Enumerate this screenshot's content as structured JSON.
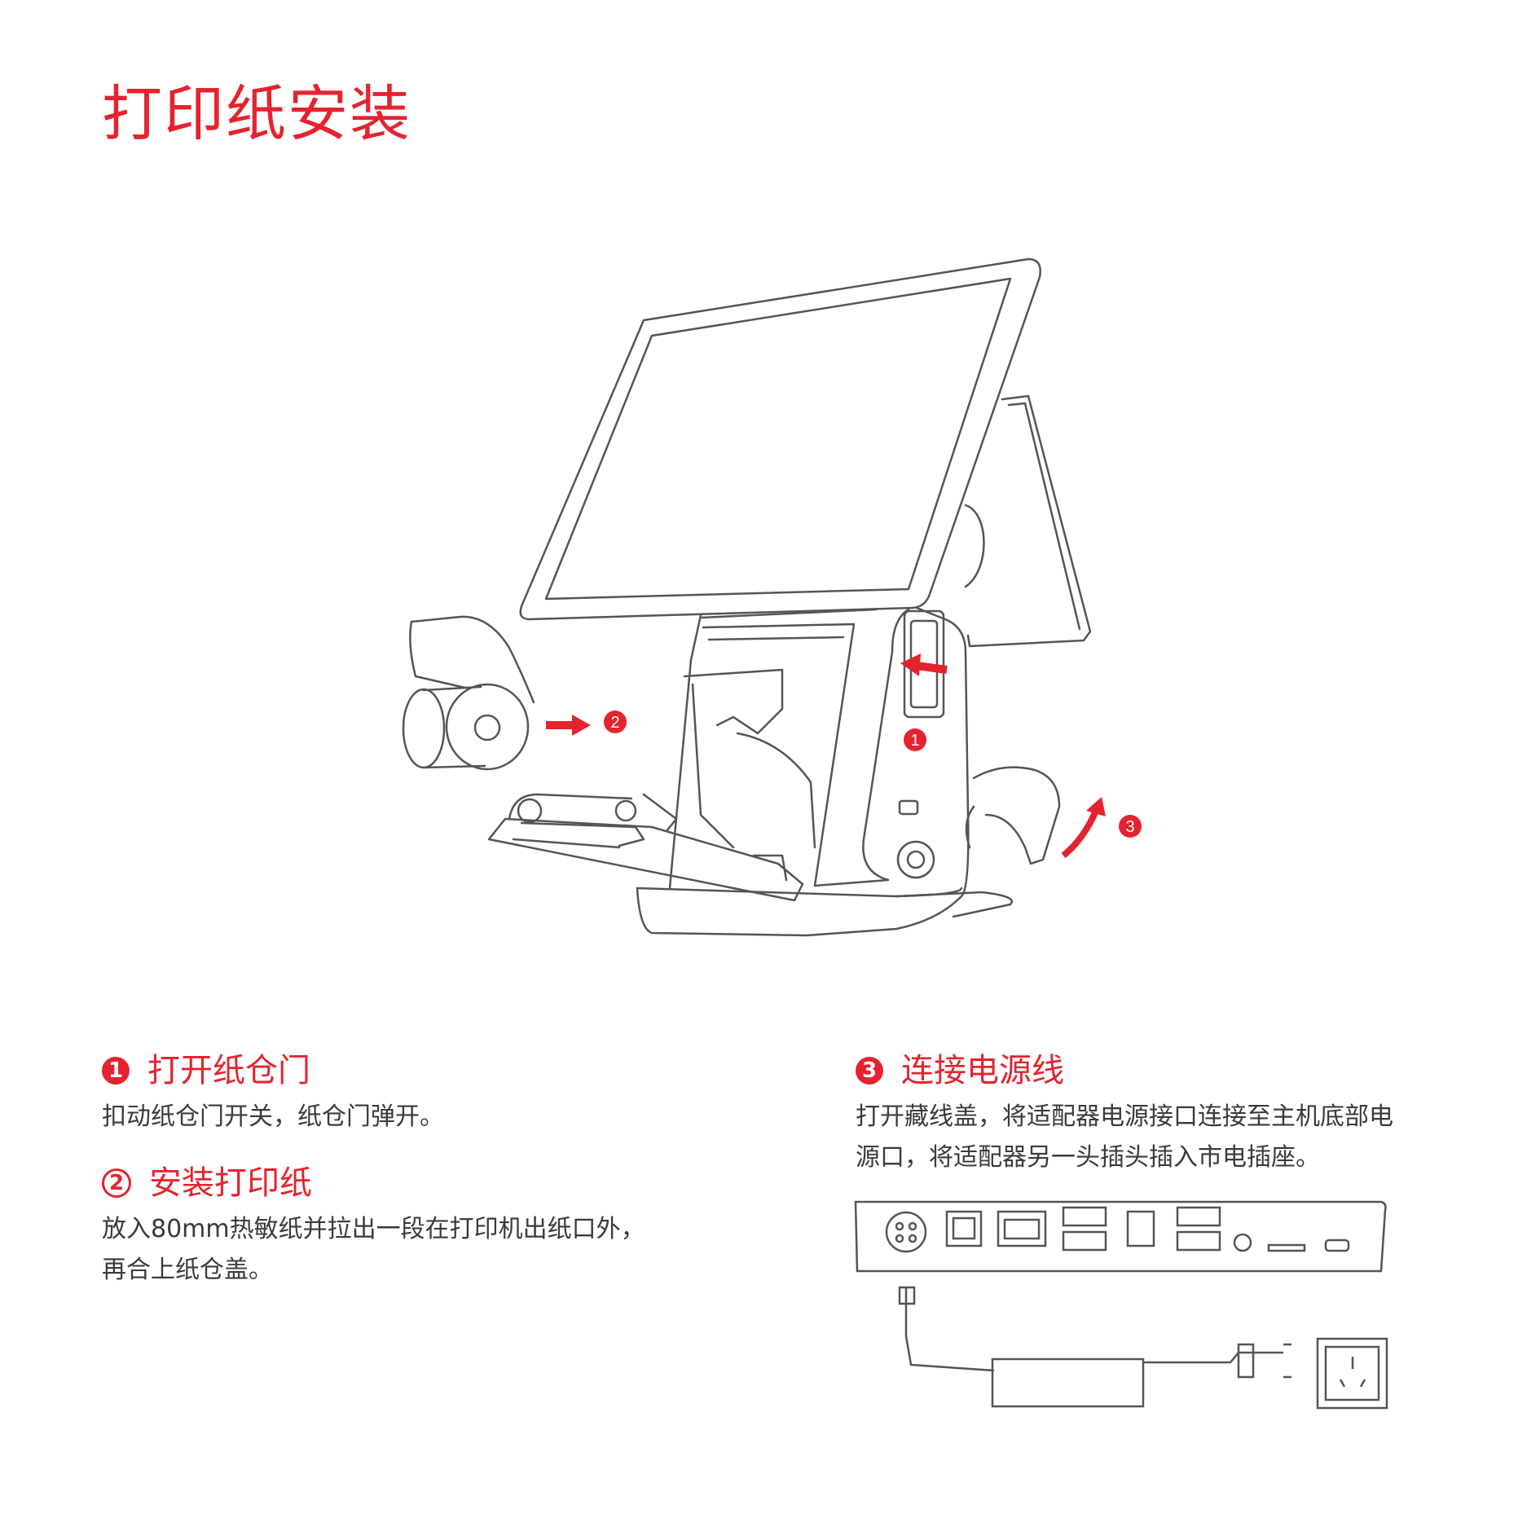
{
  "page": {
    "title": "打印纸安装",
    "accent_color": "#e5232f"
  },
  "steps": [
    {
      "number": "1",
      "heading": "打开纸仓门",
      "body_lines": [
        "扣动纸仓门开关，纸仓门弹开。"
      ]
    },
    {
      "number": "2",
      "heading": "安装打印纸",
      "body_lines": [
        "放入80mm热敏纸并拉出一段在打印机出纸口外，",
        "再合上纸仓盖。"
      ]
    },
    {
      "number": "3",
      "heading": "连接电源线",
      "body_lines": [
        "打开藏线盖，将适配器电源接口连接至主机底部电",
        "源口，将适配器另一头插头插入市电插座。"
      ]
    }
  ],
  "illustration": {
    "markers": [
      "1",
      "2",
      "3"
    ],
    "icons": [
      "pos-terminal",
      "paper-roll-icon",
      "usb-icon",
      "power-button-icon",
      "arrow-icon"
    ]
  },
  "ports_diagram": {
    "icons": [
      "dc-power-port-icon",
      "rj11-port-icon",
      "rj45-port-icon",
      "usb-port-icon",
      "serial-port-icon",
      "audio-jack-icon",
      "sd-slot-icon",
      "micro-usb-icon",
      "power-adapter-icon",
      "ac-plug-icon",
      "wall-socket-icon"
    ]
  }
}
